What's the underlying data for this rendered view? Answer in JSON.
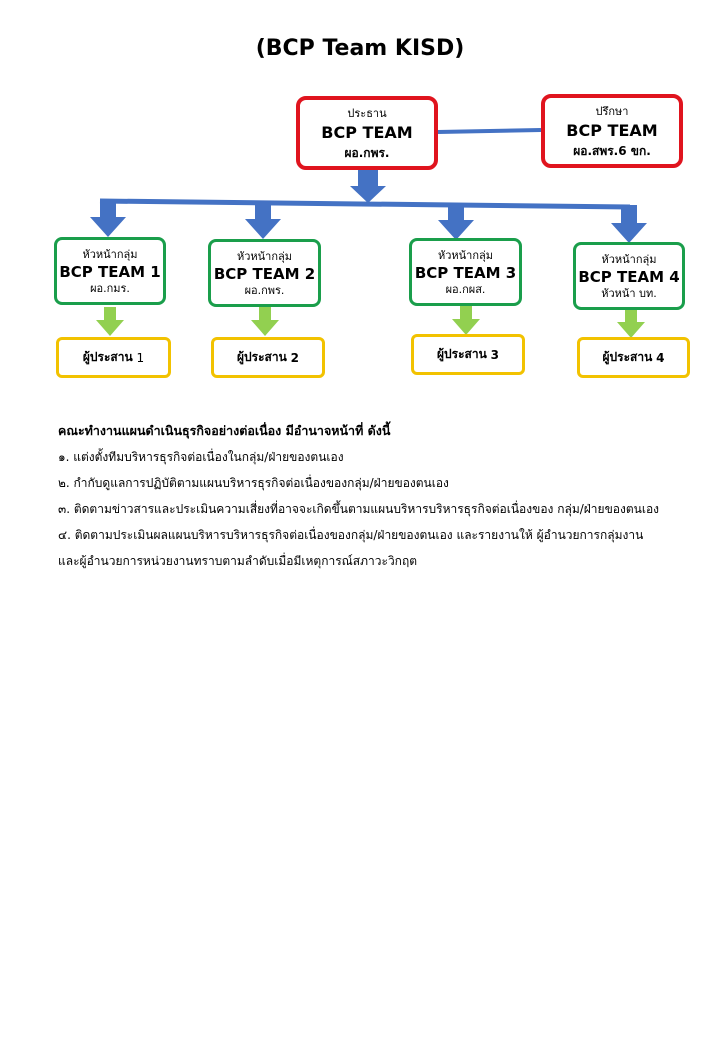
{
  "title": "(BCP Team KISD)",
  "chair": {
    "role": "ประธาน",
    "team": "BCP TEAM",
    "unit": "ผอ.กพร."
  },
  "advisor": {
    "role": "ปรึกษา",
    "team": "BCP TEAM",
    "unit": "ผอ.สพร.6 ขก."
  },
  "groups": [
    {
      "role": "หัวหน้ากลุ่ม",
      "team": "BCP TEAM 1",
      "unit": "ผอ.กมร.",
      "coord_label": "ผู้ประสาน",
      "coord_num": "1"
    },
    {
      "role": "หัวหน้ากลุ่ม",
      "team": "BCP TEAM 2",
      "unit": "ผอ.กพร.",
      "coord_label": "ผู้ประสาน",
      "coord_num": "2"
    },
    {
      "role": "หัวหน้ากลุ่ม",
      "team": "BCP TEAM 3",
      "unit": "ผอ.กผส.",
      "coord_label": "ผู้ประสาน",
      "coord_num": "3"
    },
    {
      "role": "หัวหน้ากลุ่ม",
      "team": "BCP TEAM 4",
      "unit": "หัวหน้า บท.",
      "coord_label": "ผู้ประสาน",
      "coord_num": "4"
    }
  ],
  "duties": {
    "heading": "คณะทำงานแผนดำเนินธุรกิจอย่างต่อเนื่อง มีอำนาจหน้าที่ ดังนี้",
    "items": [
      "๑. แต่งตั้งทีมบริหารธุรกิจต่อเนื่องในกลุ่ม/ฝ่ายของตนเอง",
      "๒. กำกับดูแลการปฏิบัติตามแผนบริหารธุรกิจต่อเนื่องของกลุ่ม/ฝ่ายของตนเอง",
      "๓. ติดตามข่าวสารและประเมินความเสี่ยงที่อาจจะเกิดขึ้นตามแผนบริหารบริหารธุรกิจต่อเนื่องของ กลุ่ม/ฝ่ายของตนเอง",
      "๔. ติดตามประเมินผลแผนบริหารบริหารธุรกิจต่อเนื่องของกลุ่ม/ฝ่ายของตนเอง และรายงานให้ ผู้อำนวยการกลุ่มงานและผู้อำนวยการหน่วยงานทราบตามลำดับเมื่อมีเหตุการณ์สภาวะวิกฤต"
    ]
  },
  "colors": {
    "chair_border": "#e0141e",
    "group_border": "#1a9e4b",
    "coord_border": "#f2c200",
    "blue_arrow": "#4472c4",
    "green_arrow": "#92d050"
  }
}
